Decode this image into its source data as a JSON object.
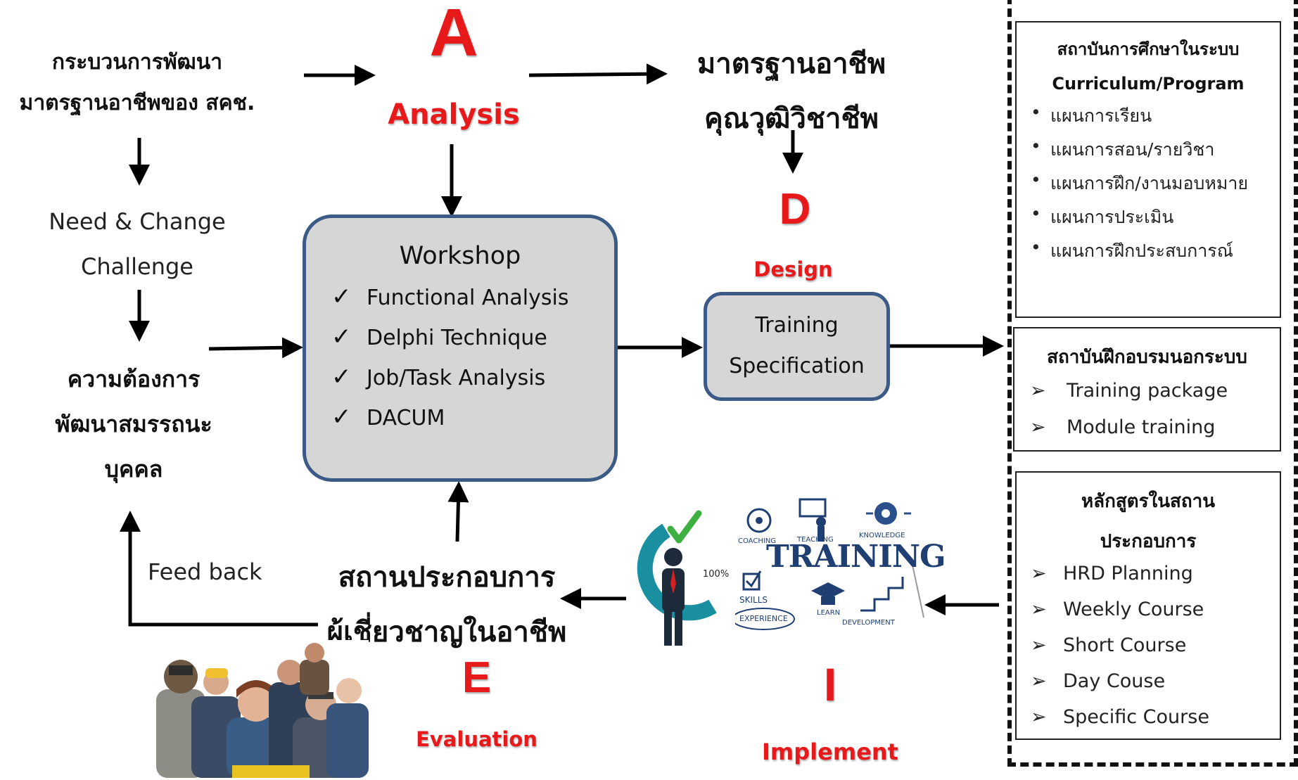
{
  "phases": {
    "a_letter": "A",
    "a_label": "Analysis",
    "d_letter": "D",
    "d_label": "Design",
    "e_letter": "E",
    "e_label": "Evaluation",
    "i_letter": "I",
    "i_label": "Implement"
  },
  "left": {
    "process_line1": "กระบวนการพัฒนา",
    "process_line2": "มาตรฐานอาชีพของ สคช.",
    "need_line1": "Need & Change",
    "need_line2": "Challenge",
    "req_line1": "ความต้องการ",
    "req_line2": "พัฒนาสมรรถนะ",
    "req_line3": "บุคคล",
    "feedback": "Feed back"
  },
  "standard": {
    "line1": "มาตรฐานอาชีพ",
    "line2": "คุณวุฒิวิชาชีพ"
  },
  "workshop": {
    "title": "Workshop",
    "items": [
      "Functional Analysis",
      "Delphi Technique",
      "Job/Task Analysis",
      "DACUM"
    ]
  },
  "training_spec": {
    "line1": "Training",
    "line2": "Specification"
  },
  "enterprise": {
    "line1": "สถานประกอบการ",
    "line2": "ผู้เชี่ยวชาญในอาชีพ"
  },
  "training_graphic": {
    "main": "TRAINING",
    "words": [
      "COACHING",
      "TEACHING",
      "KNOWLEDGE",
      "SKILLS",
      "LEARN",
      "EXPERIENCE",
      "DEVELOPMENT"
    ],
    "percent": "100%"
  },
  "panel1": {
    "title": "สถาบันการศึกษาในระบบ",
    "subtitle": "Curriculum/Program",
    "items": [
      "แผนการเรียน",
      "แผนการสอน/รายวิชา",
      "แผนการฝึก/งานมอบหมาย",
      "แผนการประเมิน",
      "แผนการฝึกประสบการณ์"
    ]
  },
  "panel2": {
    "title": "สถาบันฝึกอบรมนอกระบบ",
    "items": [
      "Training package",
      "Module training"
    ]
  },
  "panel3": {
    "title_line1": "หลักสูตรในสถาน",
    "title_line2": "ประกอบการ",
    "items": [
      "HRD Planning",
      "Weekly Course",
      "Short Course",
      "Day Couse",
      "Specific Course"
    ]
  },
  "colors": {
    "accent_red": "#e8191b",
    "box_fill": "#d6d6d6",
    "box_border": "#3b5a86",
    "training_blue": "#1f3f73",
    "teal": "#1a8fa0"
  }
}
